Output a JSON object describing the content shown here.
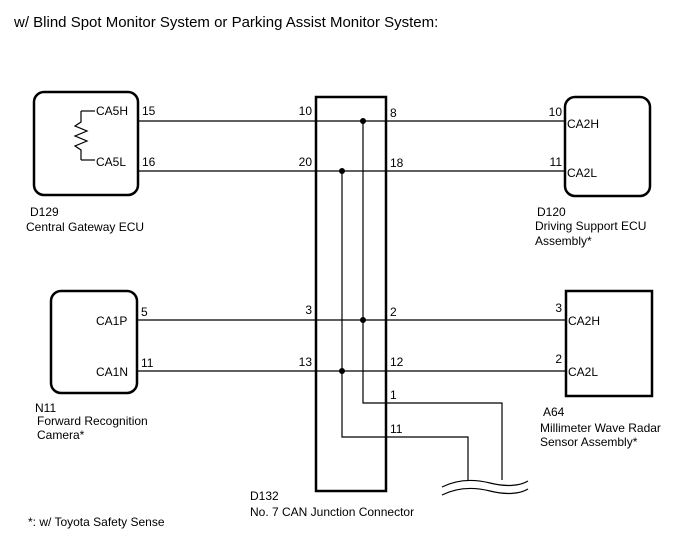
{
  "title": "w/ Blind Spot Monitor System or Parking Assist Monitor System:",
  "footnote": "*: w/ Toyota Safety Sense",
  "components": {
    "d129": {
      "code": "D129",
      "name": "Central Gateway ECU",
      "pin_a_label": "CA5H",
      "pin_a_num": "15",
      "pin_b_label": "CA5L",
      "pin_b_num": "16"
    },
    "d120": {
      "code": "D120",
      "name_line1": "Driving Support ECU",
      "name_line2": "Assembly*",
      "pin_a_label": "CA2H",
      "pin_a_num": "10",
      "pin_b_label": "CA2L",
      "pin_b_num": "11"
    },
    "n11": {
      "code": "N11",
      "name_line1": "Forward Recognition",
      "name_line2": "Camera*",
      "pin_a_label": "CA1P",
      "pin_a_num": "5",
      "pin_b_label": "CA1N",
      "pin_b_num": "11"
    },
    "a64": {
      "code": "A64",
      "name_line1": "Millimeter Wave Radar",
      "name_line2": "Sensor Assembly*",
      "pin_a_label": "CA2H",
      "pin_a_num": "3",
      "pin_b_label": "CA2L",
      "pin_b_num": "2"
    },
    "d132": {
      "code": "D132",
      "name": "No. 7 CAN Junction Connector",
      "left_pins": [
        "10",
        "20",
        "3",
        "13"
      ],
      "right_pins": [
        "8",
        "18",
        "2",
        "12",
        "1",
        "11"
      ]
    }
  }
}
